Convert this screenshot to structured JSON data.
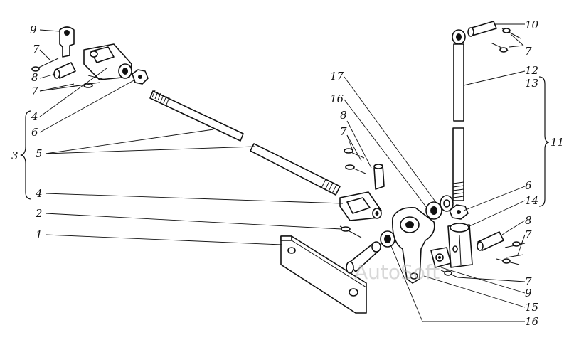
{
  "diagram": {
    "watermark": "AutoSoft",
    "callouts": {
      "l9_top": "9",
      "l7_a": "7",
      "l8_left": "8",
      "l7_b": "7",
      "l4_top": "4",
      "l6_left": "6",
      "l3": "3",
      "l5": "5",
      "l4_bottom": "4",
      "l2": "2",
      "l1": "1",
      "l17": "17",
      "l16_top": "16",
      "l8_mid": "8",
      "l7_mid": "7",
      "l10": "10",
      "l7_top_right": "7",
      "l12": "12",
      "l13": "13",
      "l11": "11",
      "l6_right": "6",
      "l14": "14",
      "l8_right": "8",
      "l7_right": "7",
      "l7_low_right": "7",
      "l9_bottom": "9",
      "l15": "15",
      "l16_bottom": "16"
    }
  }
}
